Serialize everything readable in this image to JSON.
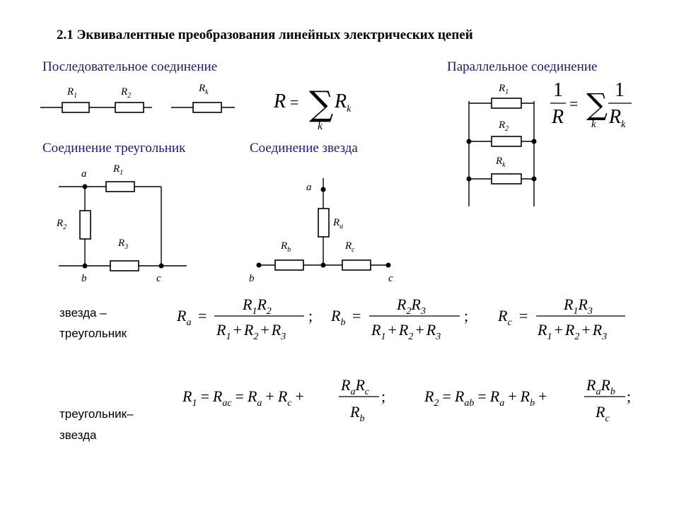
{
  "title": "2.1 Эквивалентные преобразования линейных электрических цепей",
  "colors": {
    "heading": "#1a1a6e",
    "text": "#000000"
  },
  "headings": {
    "series": "Последовательное соединение",
    "parallel": "Параллельное соединение",
    "triangle": "Соединение треугольник",
    "star": "Соединение звезда"
  },
  "side_labels": {
    "star_triangle_1": "звезда –",
    "star_triangle_2": "треугольник",
    "triangle_star_1": "треугольник–",
    "triangle_star_2": "звезда"
  },
  "sym": {
    "R": "R",
    "k": "k",
    "one": "1",
    "eq": "=",
    "plus": "+",
    "semi": ";",
    "sum": "∑",
    "dots": "…",
    "s1": "1",
    "s2": "2",
    "s3": "3",
    "a": "a",
    "b": "b",
    "c": "c",
    "ac": "ac",
    "ab": "ab"
  }
}
